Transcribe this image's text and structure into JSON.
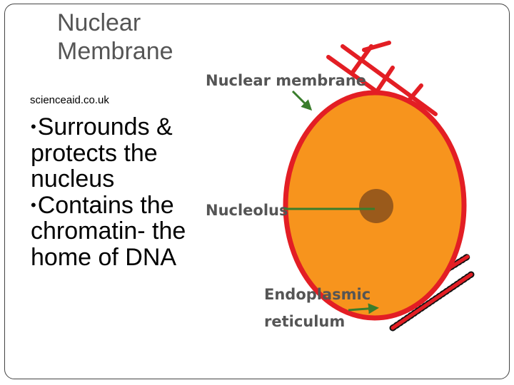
{
  "slide": {
    "title_line1": "Nuclear",
    "title_line2": "Membrane",
    "source": "scienceaid.co.uk",
    "bullets": [
      "Surrounds & protects the nucleus",
      "Contains the chromatin- the home of DNA"
    ]
  },
  "diagram": {
    "labels": {
      "nuclear_membrane": "Nuclear membrane",
      "nucleolus": "Nucleolus",
      "er_line1": "Endoplasmic",
      "er_line2": "reticulum"
    },
    "colors": {
      "nucleus_fill": "#f7941d",
      "membrane": "#e31e24",
      "nucleolus": "#9a5a1b",
      "arrow": "#3a7d2c",
      "label": "#555555"
    }
  }
}
